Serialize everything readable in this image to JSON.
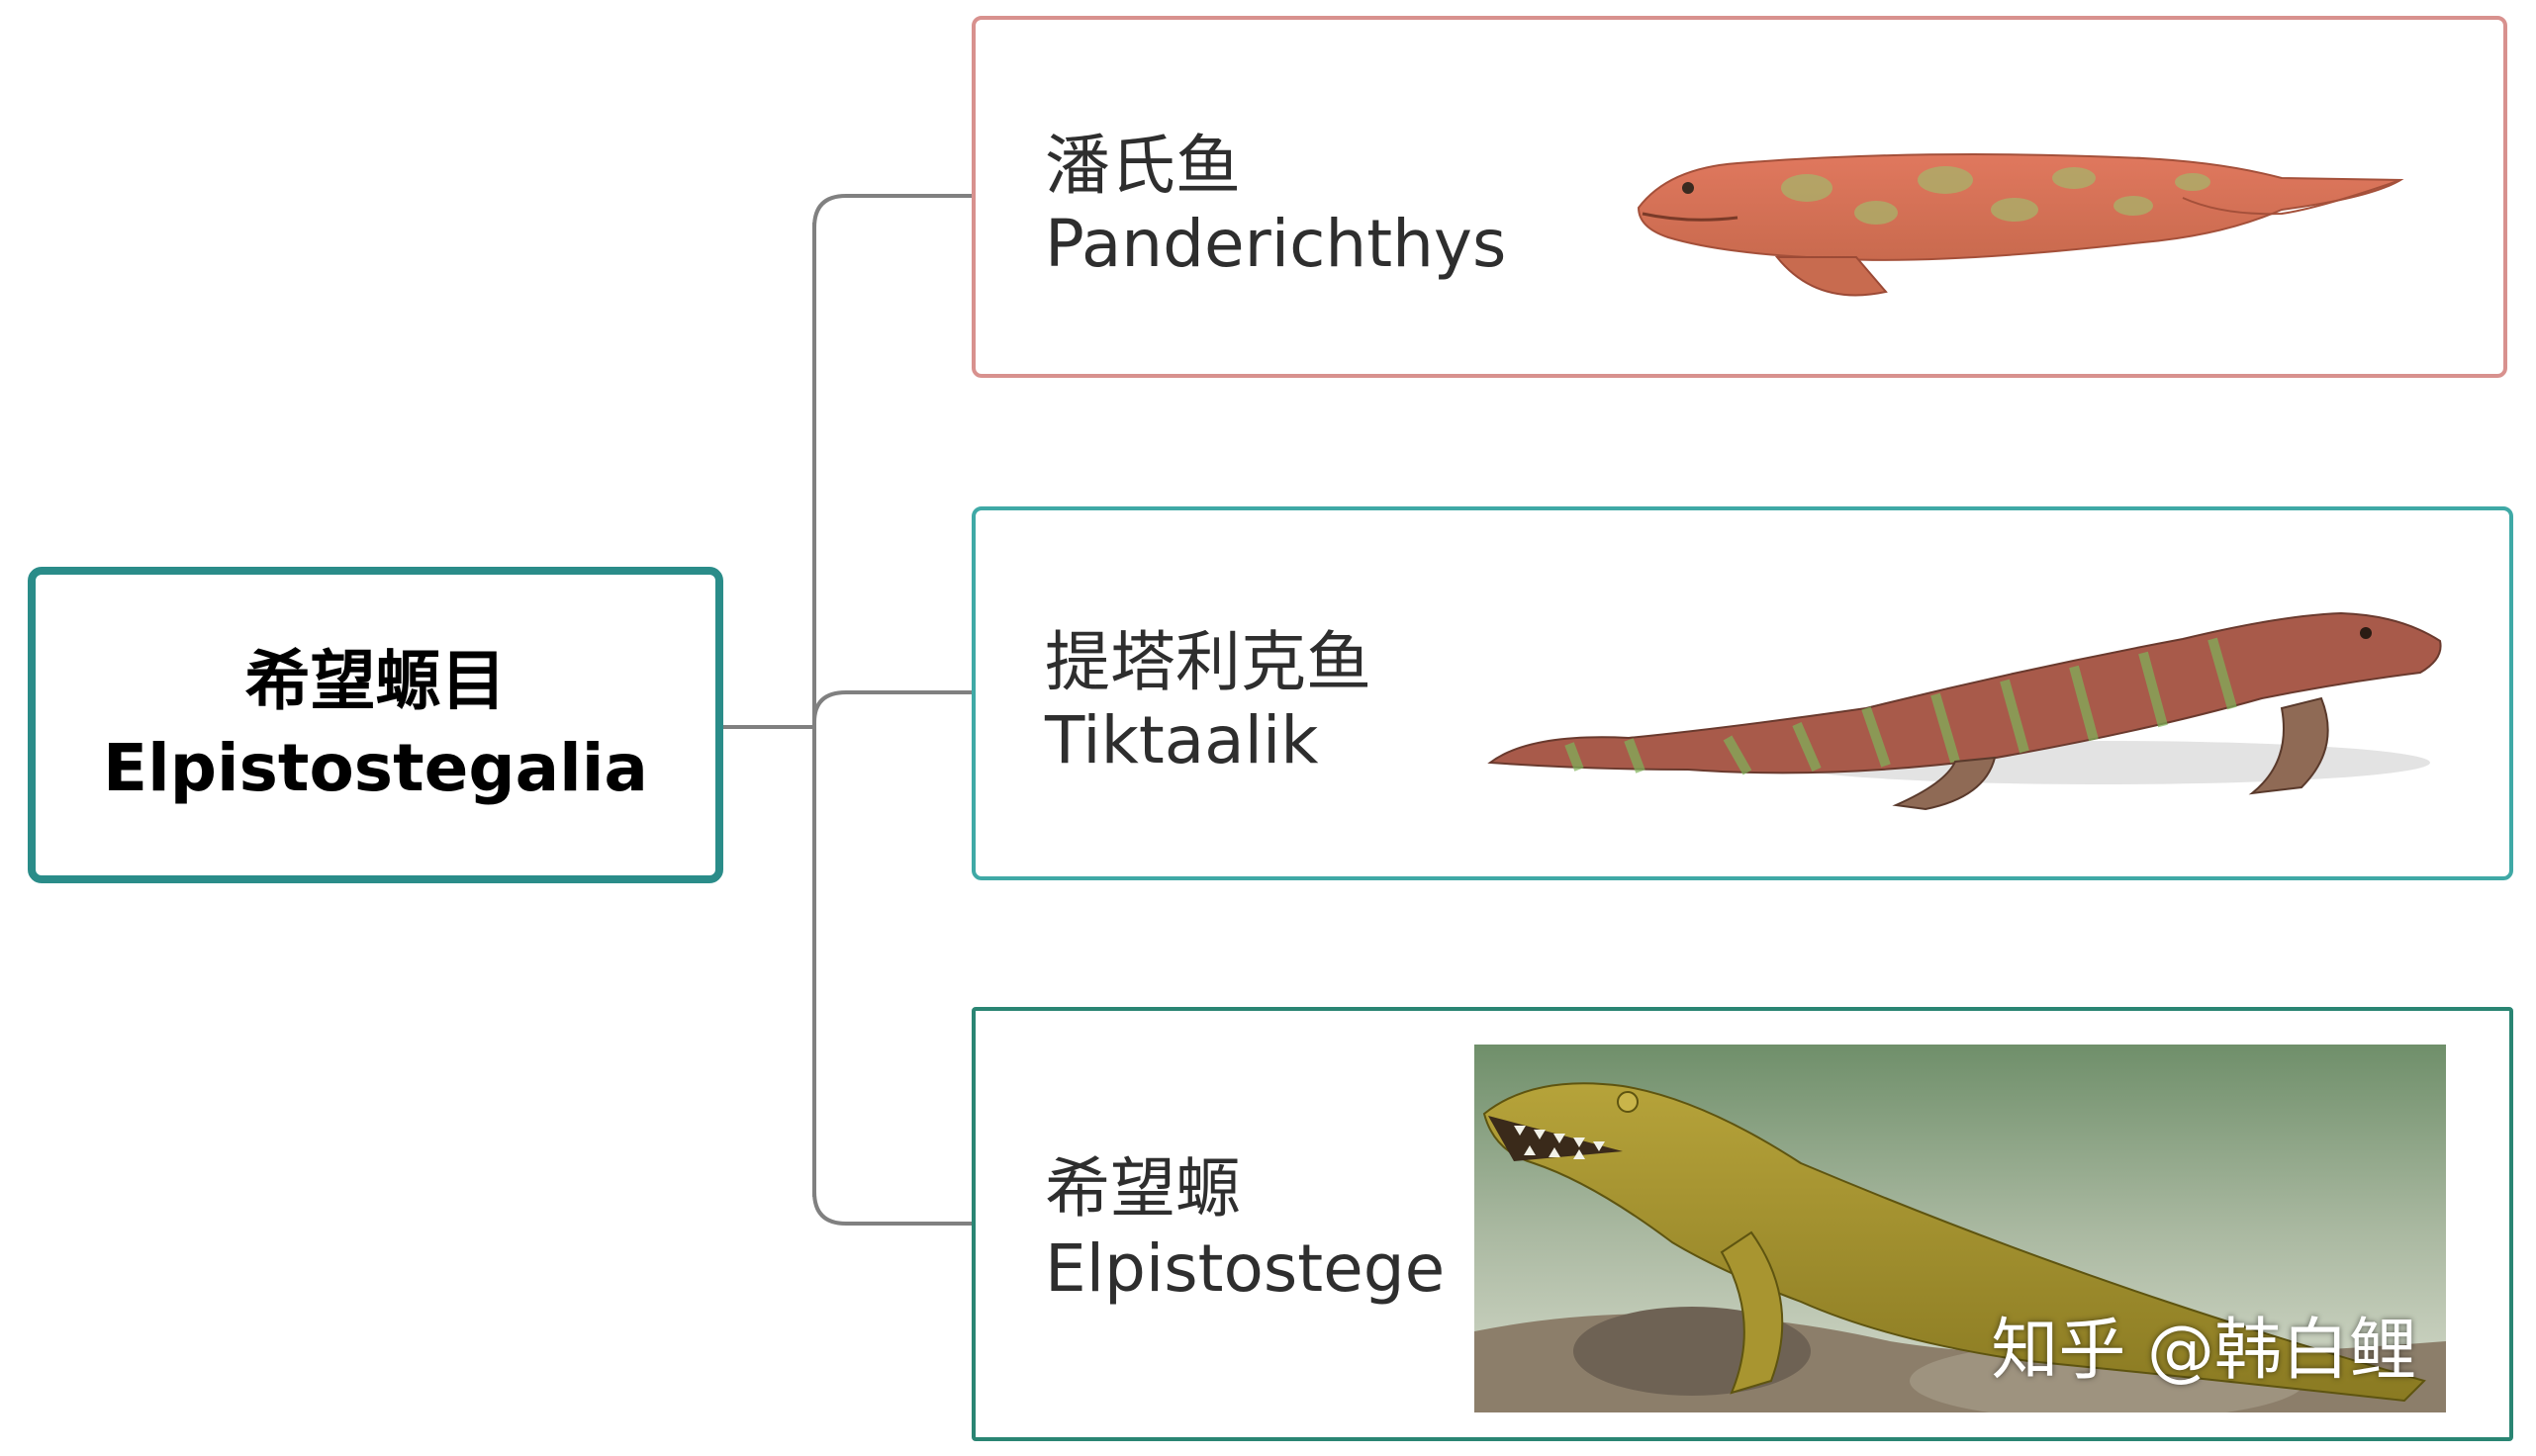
{
  "root": {
    "title_zh": "希望螈目",
    "title_en": "Elpistostegalia"
  },
  "branches": [
    {
      "name_zh": "潘氏鱼",
      "name_en": "Panderichthys"
    },
    {
      "name_zh": "提塔利克鱼",
      "name_en": "Tiktaalik"
    },
    {
      "name_zh": "希望螈",
      "name_en": "Elpistostege"
    }
  ],
  "watermark": "知乎 @韩白鲤",
  "colors": {
    "root_border": "#2a8c89",
    "card1_border": "#d8918e",
    "card2_border": "#3fa9a6",
    "card3_border": "#2a8573",
    "connector": "#808080"
  }
}
